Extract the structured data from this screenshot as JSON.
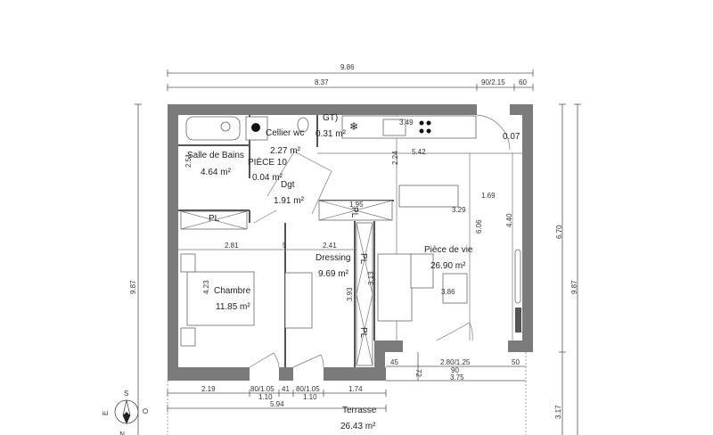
{
  "rooms": {
    "salle_de_bains": {
      "name": "Salle de Bains",
      "area": "4.64 m²"
    },
    "cellier_wc": {
      "name": "Cellier wc",
      "area": "2.27 m²"
    },
    "gt": {
      "name": "GT)",
      "area": "0.31 m²"
    },
    "piece_10": {
      "name": "PIÈCE 10",
      "area": "0.04 m²"
    },
    "dgt": {
      "name": "Dgt",
      "area": "1.91 m²"
    },
    "chambre": {
      "name": "Chambre",
      "area": "11.85 m²"
    },
    "dressing": {
      "name": "Dressing",
      "area": "9.69 m²"
    },
    "piece_de_vie": {
      "name": "Pièce de vie",
      "area": "26.90 m²"
    },
    "terrasse": {
      "name": "Terrasse",
      "area": "26.43 m²"
    },
    "placard_small": {
      "area": "0.07"
    }
  },
  "closets": {
    "pl": "PL"
  },
  "dimensions": {
    "top_total": "9.86",
    "top_main": "8.37",
    "top_door": "90/2.15",
    "top_right": "60",
    "left_total": "9.87",
    "right_upper": "6.70",
    "right_lower": "3.17",
    "right_total": "9.87",
    "bath_height": "2.51",
    "kitchen_depth": "2.24",
    "kitchen_width": "5.42",
    "kitchen_counter": "3.49",
    "closet_width": "1.95",
    "table_dim": "1.69",
    "table_width": "3.29",
    "living_height": "6.06",
    "living_side": "4.40",
    "chambre_width": "2.81",
    "wall_5": "5",
    "dressing_width": "2.41",
    "chambre_height": "4.23",
    "dressing_height": "3.93",
    "living_sofa": "3.13",
    "living_width": "3.86",
    "bottom_a": "2.19",
    "bottom_door1": "80/1.05",
    "bottom_door1_h": "1.10",
    "bottom_gap": "41",
    "bottom_door2": "80/1.05",
    "bottom_door2_h": "1.10",
    "bottom_b": "1.74",
    "bottom_total": "5.94",
    "bay_left": "45",
    "bay_sill": "72",
    "bay_window": "2.80/1.25",
    "bay_door": "90",
    "bay_right": "50",
    "bay_total": "3.75"
  },
  "compass": {
    "north": "N",
    "south": "S",
    "east": "E",
    "west": "O"
  }
}
